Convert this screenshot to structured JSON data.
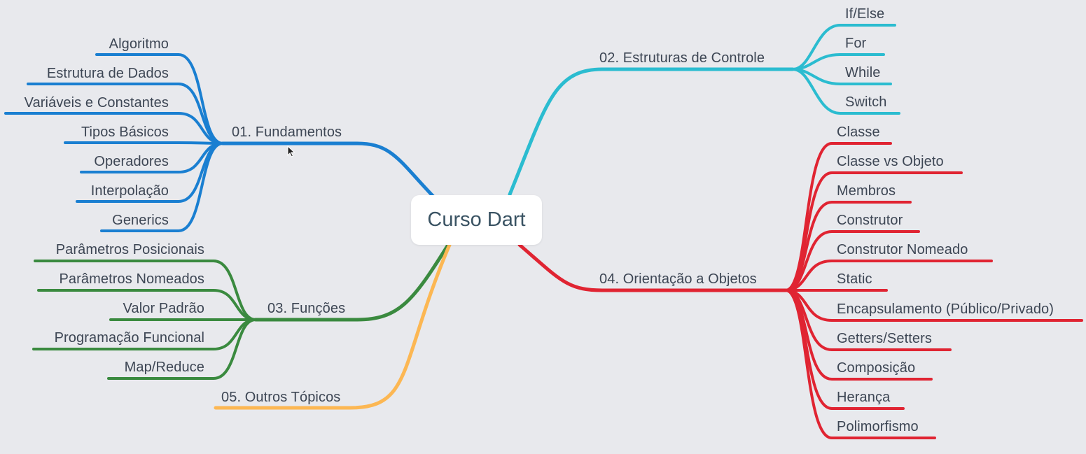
{
  "root": {
    "label": "Curso Dart"
  },
  "colors": {
    "background": "#e8e9ed",
    "fundamentos": "#1a7fd1",
    "estruturas": "#2bbcd0",
    "funcoes": "#3a8a3f",
    "orientacao": "#e02432",
    "outros": "#fcb753"
  },
  "branches": {
    "fundamentos": {
      "label": "01. Fundamentos",
      "children": [
        "Algoritmo",
        "Estrutura de Dados",
        "Variáveis e Constantes",
        "Tipos Básicos",
        "Operadores",
        "Interpolação",
        "Generics"
      ]
    },
    "estruturas": {
      "label": "02. Estruturas de Controle",
      "children": [
        "If/Else",
        "For",
        "While",
        "Switch"
      ]
    },
    "funcoes": {
      "label": "03. Funções",
      "children": [
        "Parâmetros Posicionais",
        "Parâmetros Nomeados",
        "Valor Padrão",
        "Programação Funcional",
        "Map/Reduce"
      ]
    },
    "orientacao": {
      "label": "04. Orientação a Objetos",
      "children": [
        "Classe",
        "Classe vs Objeto",
        "Membros",
        "Construtor",
        "Construtor Nomeado",
        "Static",
        "Encapsulamento (Público/Privado)",
        "Getters/Setters",
        "Composição",
        "Herança",
        "Polimorfismo"
      ]
    },
    "outros": {
      "label": "05. Outros Tópicos"
    }
  }
}
